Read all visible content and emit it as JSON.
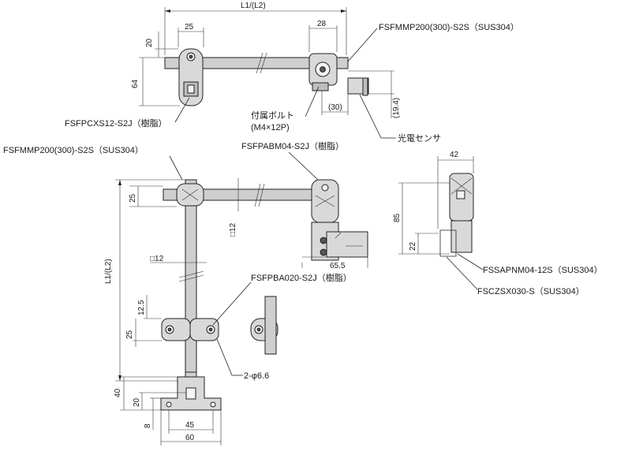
{
  "parts": {
    "mount_clamp": "FSFPCXS12-S2J（樹脂）",
    "pipe_top": "FSFMMP200(300)-S2S（SUS304）",
    "pipe_left": "FSFMMP200(300)-S2S（SUS304）",
    "angle_clamp": "FSFPABM04-S2J（樹脂）",
    "base_clamp": "FSFPBA020-S2J（樹脂）",
    "sensor_plate": "FSSAPNM04-12S（SUS304）",
    "sensor_bracket": "FSCZSX030-S（SUS304）"
  },
  "notes": {
    "bolt": "付属ボルト",
    "bolt_spec": "(M4×12P)",
    "sensor": "光電センサ",
    "holes": "2-φ6.6"
  },
  "dimensions": {
    "top_length": "L1/(L2)",
    "top_25": "25",
    "top_28": "28",
    "top_20": "20",
    "top_64": "64",
    "top_30": "(30)",
    "top_19_4": "(19.4)",
    "main_25a": "25",
    "main_sq12_v": "□12",
    "main_sq12_h": "□12",
    "main_length": "L1/(L2)",
    "main_12_5": "12.5",
    "main_25b": "25",
    "main_65_5": "65.5",
    "right_42": "42",
    "right_85": "85",
    "right_22": "22",
    "base_40": "40",
    "base_20": "20",
    "base_8": "8",
    "base_45": "45",
    "base_60": "60"
  }
}
